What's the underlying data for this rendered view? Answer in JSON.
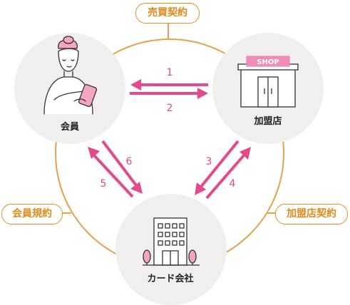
{
  "contracts": {
    "sales": "売買契約",
    "member_terms": "会員規約",
    "merchant": "加盟店契約"
  },
  "nodes": {
    "member": "会員",
    "merchant": "加盟店",
    "card_company": "カード会社"
  },
  "shop_sign": "SHOP",
  "flows": [
    "1",
    "2",
    "3",
    "4",
    "5",
    "6"
  ],
  "colors": {
    "ring": "#e8a04a",
    "arrow": "#e5488c",
    "node_bg": "#f1efed",
    "pill_text": "#e08a1e",
    "icon_pink": "#f3a6c4"
  }
}
